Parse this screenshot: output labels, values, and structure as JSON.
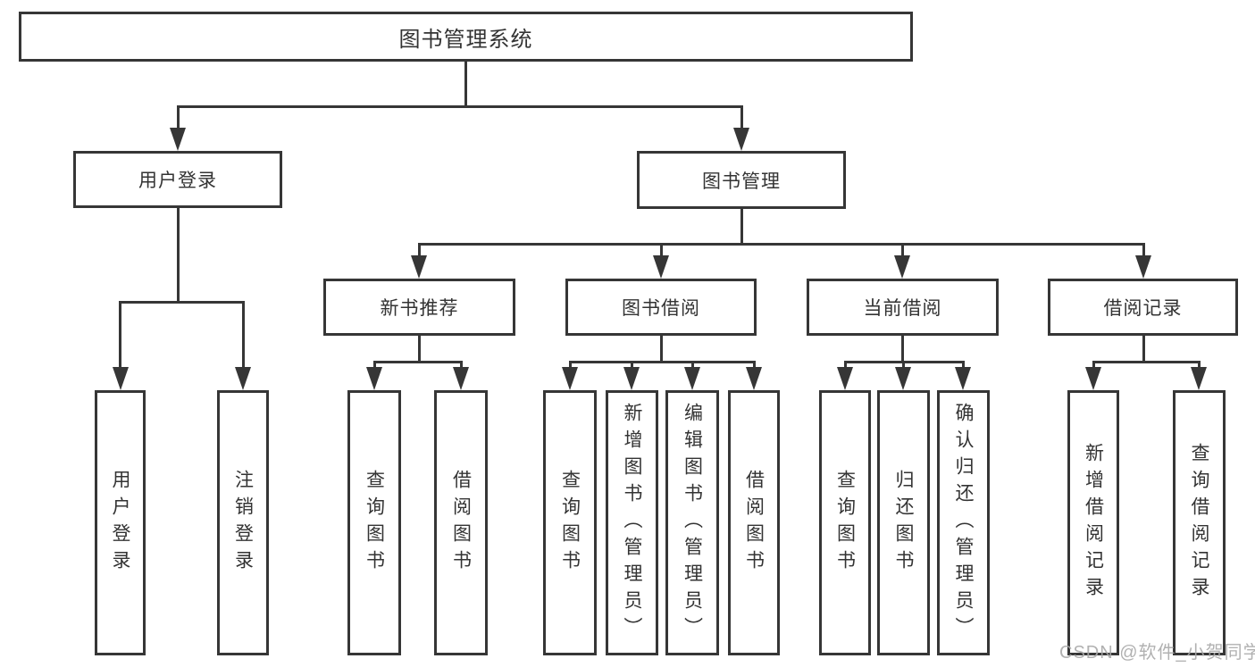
{
  "diagram": {
    "type": "hierarchy-tree",
    "nodes": {
      "root": "图书管理系统",
      "user_login": "用户登录",
      "book_management": "图书管理",
      "new_book_recommend": "新书推荐",
      "book_borrow": "图书借阅",
      "current_borrow": "当前借阅",
      "borrow_record": "借阅记录",
      "leaf_user_login": "用户登录",
      "leaf_logout": "注销登录",
      "leaf_nb_query_book": "查询图书",
      "leaf_nb_borrow_book": "借阅图书",
      "leaf_bb_query_book": "查询图书",
      "leaf_bb_add_book_admin": "新增图书（管理员）",
      "leaf_bb_edit_book_admin": "编辑图书（管理员）",
      "leaf_bb_borrow_book": "借阅图书",
      "leaf_cb_query_book": "查询图书",
      "leaf_cb_return_book": "归还图书",
      "leaf_cb_confirm_return_admin": "确认归还（管理员）",
      "leaf_br_add_record": "新增借阅记录",
      "leaf_br_query_record": "查询借阅记录"
    },
    "hierarchy": {
      "图书管理系统": {
        "用户登录": [
          "用户登录",
          "注销登录"
        ],
        "图书管理": {
          "新书推荐": [
            "查询图书",
            "借阅图书"
          ],
          "图书借阅": [
            "查询图书",
            "新增图书（管理员）",
            "编辑图书（管理员）",
            "借阅图书"
          ],
          "当前借阅": [
            "查询图书",
            "归还图书",
            "确认归还（管理员）"
          ],
          "借阅记录": [
            "新增借阅记录",
            "查询借阅记录"
          ]
        }
      }
    },
    "colors": {
      "line": "#363636",
      "text": "#333333",
      "background": "#ffffff",
      "watermark": "#a9a9a9"
    }
  },
  "watermark": "CSDN @软件_小贺同学"
}
